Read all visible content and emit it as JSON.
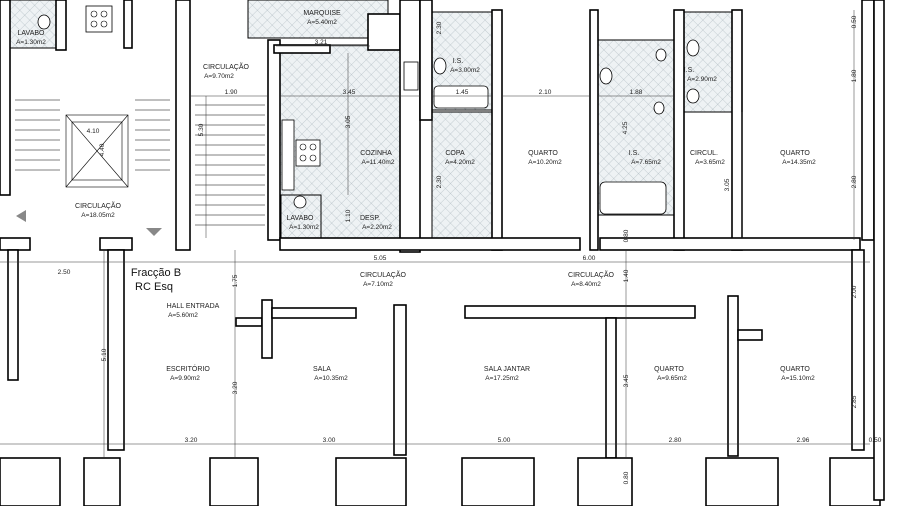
{
  "plan": {
    "title_line1": "Fracção B",
    "title_line2": "RC Esq",
    "rooms": [
      {
        "id": "lavabo-top",
        "name": "LAVABO",
        "area": "A=1.30m2"
      },
      {
        "id": "marquise",
        "name": "MARQUISE",
        "area": "A=5.40m2"
      },
      {
        "id": "circulacao-970",
        "name": "CIRCULAÇÃO",
        "area": "A=9.70m2"
      },
      {
        "id": "is-300",
        "name": "I.S.",
        "area": "A=3.00m2"
      },
      {
        "id": "is-290",
        "name": "I.S.",
        "area": "A=2.90m2"
      },
      {
        "id": "circulacao-1805",
        "name": "CIRCULAÇÃO",
        "area": "A=18.05m2"
      },
      {
        "id": "cozinha",
        "name": "COZINHA",
        "area": "A=11.40m2"
      },
      {
        "id": "copa",
        "name": "COPA",
        "area": "A=4.20m2"
      },
      {
        "id": "quarto-1020",
        "name": "QUARTO",
        "area": "A=10.20m2"
      },
      {
        "id": "is-765",
        "name": "I.S.",
        "area": "A=7.65m2"
      },
      {
        "id": "circul",
        "name": "CIRCUL.",
        "area": "A=3.65m2"
      },
      {
        "id": "quarto-1435",
        "name": "QUARTO",
        "area": "A=14.35m2"
      },
      {
        "id": "lavabo-bottom",
        "name": "LAVABO",
        "area": "A=1.30m2"
      },
      {
        "id": "desp",
        "name": "DESP.",
        "area": "A=2.20m2"
      },
      {
        "id": "circulacao-710",
        "name": "CIRCULAÇÃO",
        "area": "A=7.10m2"
      },
      {
        "id": "circulacao-840",
        "name": "CIRCULAÇÃO",
        "area": "A=8.40m2"
      },
      {
        "id": "hall",
        "name": "HALL ENTRADA",
        "area": "A=5.60m2"
      },
      {
        "id": "escritorio",
        "name": "ESCRITÓRIO",
        "area": "A=9.90m2"
      },
      {
        "id": "sala",
        "name": "SALA",
        "area": "A=10.35m2"
      },
      {
        "id": "sala-jantar",
        "name": "SALA JANTAR",
        "area": "A=17.25m2"
      },
      {
        "id": "quarto-965",
        "name": "QUARTO",
        "area": "A=9.65m2"
      },
      {
        "id": "quarto-1510",
        "name": "QUARTO",
        "area": "A=15.10m2"
      }
    ],
    "dimensions": {
      "d_321": "3.21",
      "d_190": "1.90",
      "d_345": "3.45",
      "d_145": "1.45",
      "d_210": "2.10",
      "d_188": "1.88",
      "d_410": "4.10",
      "d_440": "4.40",
      "d_530": "5.30",
      "d_305_cozinha": "3.05",
      "d_230": "2.30",
      "d_230b": "2.30",
      "d_425": "4.25",
      "d_305_quarto": "3.05",
      "d_180": "1.80",
      "d_280_right": "2.80",
      "d_110": "1.10",
      "d_050_top": "0.50",
      "d_505": "5.05",
      "d_600": "6.00",
      "d_080_mid": "0.80",
      "d_250": "2.50",
      "d_175": "1.75",
      "d_140": "1.40",
      "d_200": "2.00",
      "d_510": "5.10",
      "d_320_left": "3.20",
      "d_320_mid": "3.20",
      "d_300": "3.00",
      "d_500": "5.00",
      "d_345_quarto": "3.45",
      "d_285": "2.85",
      "d_280_bottom": "2.80",
      "d_296": "2.96",
      "d_050_right": "0.50",
      "d_080_bottom": "0.80"
    }
  }
}
